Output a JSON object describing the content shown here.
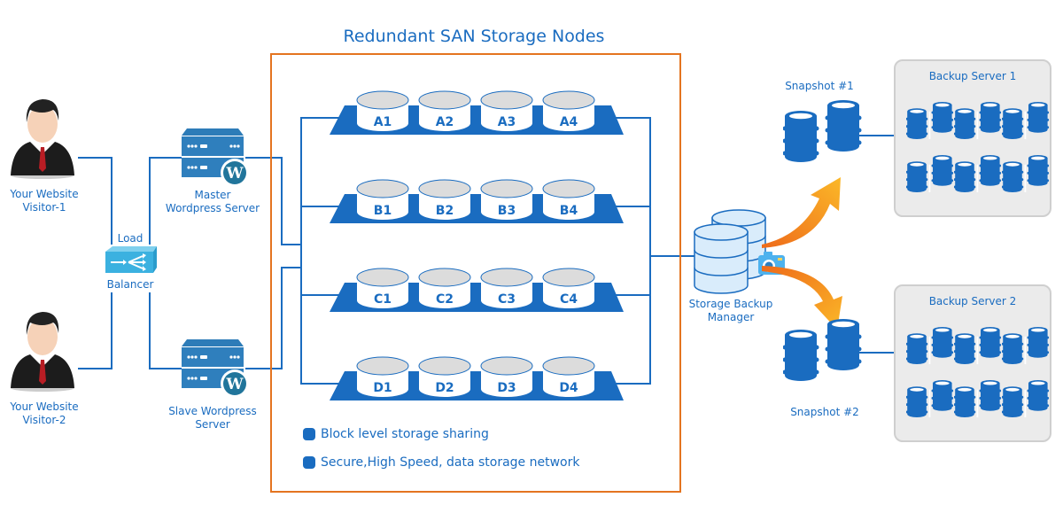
{
  "title": "Redundant SAN Storage Nodes",
  "visitors": [
    {
      "line1": "Your Website",
      "line2": "Visitor-1"
    },
    {
      "line1": "Your Website",
      "line2": "Visitor-2"
    }
  ],
  "load_balancer": {
    "top": "Load",
    "bottom": "Balancer"
  },
  "servers": [
    {
      "line1": "Master",
      "line2": "Wordpress Server"
    },
    {
      "line1": "Slave Wordpress",
      "line2": "Server"
    }
  ],
  "storage_rows": [
    {
      "id": "A",
      "nodes": [
        "A1",
        "A2",
        "A3",
        "A4"
      ]
    },
    {
      "id": "B",
      "nodes": [
        "B1",
        "B2",
        "B3",
        "B4"
      ]
    },
    {
      "id": "C",
      "nodes": [
        "C1",
        "C2",
        "C3",
        "C4"
      ]
    },
    {
      "id": "D",
      "nodes": [
        "D1",
        "D2",
        "D3",
        "D4"
      ]
    }
  ],
  "features": [
    "Block level storage sharing",
    "Secure,High Speed, data storage network"
  ],
  "backup_manager": {
    "line1": "Storage Backup",
    "line2": "Manager"
  },
  "snapshots": [
    "Snapshot #1",
    "Snapshot #2"
  ],
  "backup_servers": [
    "Backup Server 1",
    "Backup Server 2"
  ],
  "colors": {
    "primary_blue": "#1a6cc0",
    "frame_orange": "#e47420",
    "disk_gray": "#dcdcdc",
    "backup_box_bg": "#ebebeb",
    "arrow_orange": "#f5a623"
  }
}
